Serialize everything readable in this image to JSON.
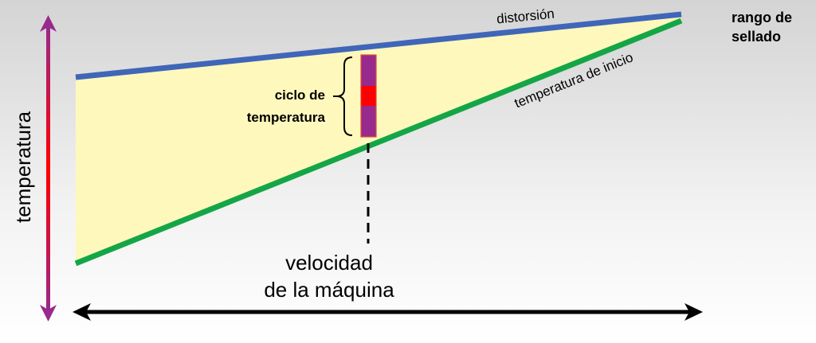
{
  "labels": {
    "distortion": "distorsión",
    "sealing_range": [
      "rango de",
      "sellado"
    ],
    "start_temperature": "temperatura de inicio",
    "temperature_cycle": [
      "ciclo de",
      "temperatura"
    ],
    "machine_speed": [
      "velocidad",
      "de la máquina"
    ],
    "temperature_axis": "temperatura"
  },
  "colors": {
    "window_fill": "#fff8bd",
    "distortion_line": "#4066b8",
    "start_line": "#14a646",
    "cycle_purple": "#972a8c",
    "cycle_red": "#ff0000"
  }
}
